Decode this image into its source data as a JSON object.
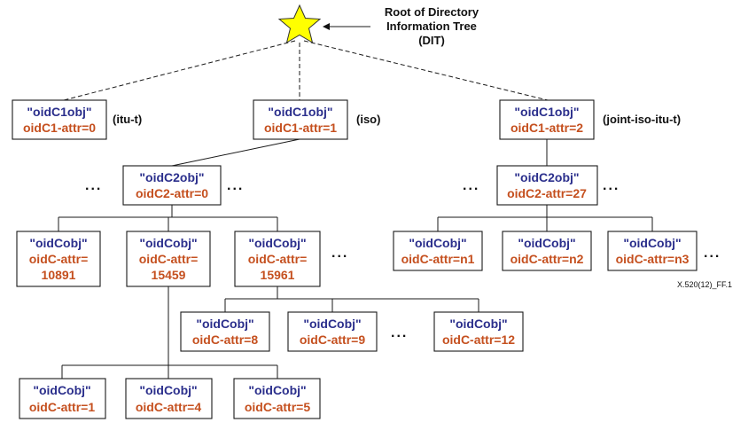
{
  "root": {
    "label_line1": "Root of Directory",
    "label_line2": "Information Tree",
    "label_line3": "(DIT)",
    "star_color": "#ffff00"
  },
  "colors": {
    "object_text": "#2b2f8c",
    "attr_text": "#c5501f"
  },
  "level1": [
    {
      "obj": "\"oidC1obj\"",
      "attr": "oidC1-attr=0",
      "label": "(itu-t)"
    },
    {
      "obj": "\"oidC1obj\"",
      "attr": "oidC1-attr=1",
      "label": "(iso)"
    },
    {
      "obj": "\"oidC1obj\"",
      "attr": "oidC1-attr=2",
      "label": "(joint-iso-itu-t)"
    }
  ],
  "level2": [
    {
      "obj": "\"oidC2obj\"",
      "attr": "oidC2-attr=0"
    },
    {
      "obj": "\"oidC2obj\"",
      "attr": "oidC2-attr=27"
    }
  ],
  "level3": [
    {
      "obj": "\"oidCobj\"",
      "attr1": "oidC-attr=",
      "attr2": "10891"
    },
    {
      "obj": "\"oidCobj\"",
      "attr1": "oidC-attr=",
      "attr2": "15459"
    },
    {
      "obj": "\"oidCobj\"",
      "attr1": "oidC-attr=",
      "attr2": "15961"
    },
    {
      "obj": "\"oidCobj\"",
      "attr": "oidC-attr=n1"
    },
    {
      "obj": "\"oidCobj\"",
      "attr": "oidC-attr=n2"
    },
    {
      "obj": "\"oidCobj\"",
      "attr": "oidC-attr=n3"
    }
  ],
  "level4": [
    {
      "obj": "\"oidCobj\"",
      "attr": "oidC-attr=8"
    },
    {
      "obj": "\"oidCobj\"",
      "attr": "oidC-attr=9"
    },
    {
      "obj": "\"oidCobj\"",
      "attr": "oidC-attr=12"
    }
  ],
  "level5": [
    {
      "obj": "\"oidCobj\"",
      "attr": "oidC-attr=1"
    },
    {
      "obj": "\"oidCobj\"",
      "attr": "oidC-attr=4"
    },
    {
      "obj": "\"oidCobj\"",
      "attr": "oidC-attr=5"
    }
  ],
  "ellipsis": "...",
  "figure_id": "X.520(12)_FF.1"
}
